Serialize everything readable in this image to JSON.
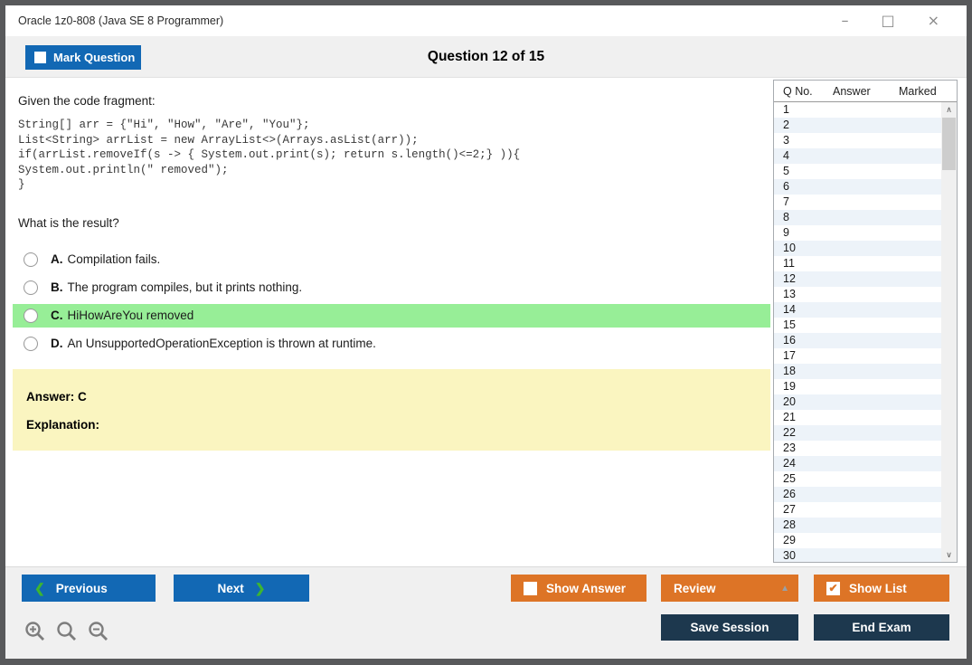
{
  "window": {
    "title": "Oracle 1z0-808 (Java SE 8 Programmer)"
  },
  "header": {
    "mark_question_label": "Mark Question",
    "question_counter": "Question 12 of 15"
  },
  "question": {
    "intro": "Given the code fragment:",
    "code_lines": [
      "String[] arr = {\"Hi\", \"How\", \"Are\", \"You\"};",
      "List<String> arrList = new ArrayList<>(Arrays.asList(arr));",
      "if(arrList.removeIf(s -> { System.out.print(s); return s.length()<=2;} )){",
      "System.out.println(\" removed\");",
      "}"
    ],
    "prompt": "What is the result?",
    "options": [
      {
        "letter": "A.",
        "text": "Compilation fails.",
        "highlighted": false
      },
      {
        "letter": "B.",
        "text": "The program compiles, but it prints nothing.",
        "highlighted": false
      },
      {
        "letter": "C.",
        "text": "HiHowAreYou removed",
        "highlighted": true
      },
      {
        "letter": "D.",
        "text": "An UnsupportedOperationException is thrown at runtime.",
        "highlighted": false
      }
    ],
    "answer_label": "Answer: C",
    "explanation_label": "Explanation:"
  },
  "question_list": {
    "columns": {
      "qno": "Q No.",
      "answer": "Answer",
      "marked": "Marked"
    },
    "rows": [
      "1",
      "2",
      "3",
      "4",
      "5",
      "6",
      "7",
      "8",
      "9",
      "10",
      "11",
      "12",
      "13",
      "14",
      "15",
      "16",
      "17",
      "18",
      "19",
      "20",
      "21",
      "22",
      "23",
      "24",
      "25",
      "26",
      "27",
      "28",
      "29",
      "30"
    ]
  },
  "footer": {
    "previous_label": "Previous",
    "next_label": "Next",
    "show_answer_label": "Show Answer",
    "review_label": "Review",
    "show_list_label": "Show List",
    "save_session_label": "Save Session",
    "end_exam_label": "End Exam",
    "show_list_checked": true,
    "show_answer_checked": false
  },
  "icons": {
    "minimize": "–",
    "maximize": "□",
    "close": "×",
    "chevron_left": "❮",
    "chevron_right": "❯",
    "dropdown_up": "▲",
    "scroll_up": "∧",
    "scroll_down": "∨",
    "check": "✔"
  },
  "colors": {
    "accent_blue": "#1268b4",
    "accent_orange": "#dd7426",
    "dark_navy": "#1d384e",
    "highlight_green": "#97ee97",
    "answer_yellow": "#faf5c0",
    "frame_gray": "#58595b"
  }
}
